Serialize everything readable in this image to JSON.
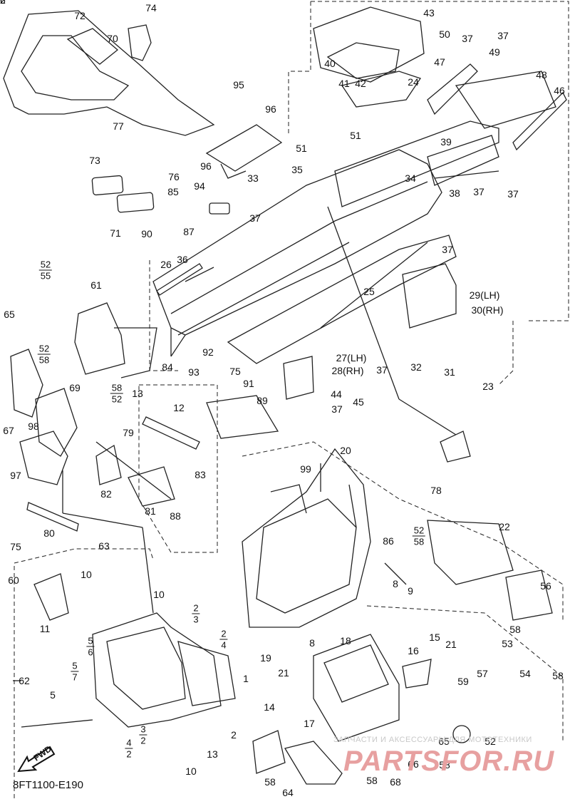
{
  "diagram": {
    "code": "8FT1100-E190",
    "fwd_label": "FWD",
    "watermark": {
      "top": "ЗАПЧАСТИ И АКСЕССУАРЫ ДЛЯ МОТОТЕХНИКИ",
      "logo": "PARTSFOR.RU"
    },
    "labels": [
      "72",
      "74",
      "70",
      "77",
      "73",
      "71",
      "76",
      "90",
      "85",
      "87",
      "94",
      "96",
      "95",
      "96",
      "33",
      "37",
      "35",
      "51",
      "51",
      "39",
      "34",
      "40",
      "41",
      "42",
      "43",
      "24",
      "50",
      "47",
      "49",
      "37",
      "37",
      "48",
      "46",
      "38",
      "37",
      "37",
      "37",
      "26",
      "36",
      "25",
      "29(LH)",
      "30(RH)",
      "32",
      "31",
      "65",
      "61",
      "84",
      "92",
      "93",
      "91",
      "75",
      "89",
      "37",
      "27(LH)",
      "28(RH)",
      "44",
      "45",
      "37",
      "23",
      "67",
      "69",
      "98",
      "79",
      "13",
      "12",
      "97",
      "82",
      "83",
      "81",
      "88",
      "75",
      "80",
      "78",
      "99",
      "20",
      "86",
      "22",
      "60",
      "63",
      "10",
      "11",
      "10",
      "62",
      "5",
      "1",
      "2",
      "10",
      "13",
      "8",
      "9",
      "8",
      "18",
      "19",
      "21",
      "14",
      "17",
      "16",
      "15",
      "21",
      "53",
      "58",
      "56",
      "57",
      "54",
      "58",
      "59",
      "52",
      "65",
      "58",
      "64",
      "58",
      "68",
      "66",
      "58",
      "52",
      "76",
      "52"
    ],
    "fractions": [
      {
        "top": "52",
        "bottom": "55"
      },
      {
        "top": "52",
        "bottom": "58"
      },
      {
        "top": "58",
        "bottom": "52"
      },
      {
        "top": "5",
        "bottom": "6"
      },
      {
        "top": "5",
        "bottom": "7"
      },
      {
        "top": "2",
        "bottom": "3"
      },
      {
        "top": "2",
        "bottom": "4"
      },
      {
        "top": "3",
        "bottom": "2"
      },
      {
        "top": "4",
        "bottom": "2"
      },
      {
        "top": "52",
        "bottom": "58"
      }
    ]
  }
}
